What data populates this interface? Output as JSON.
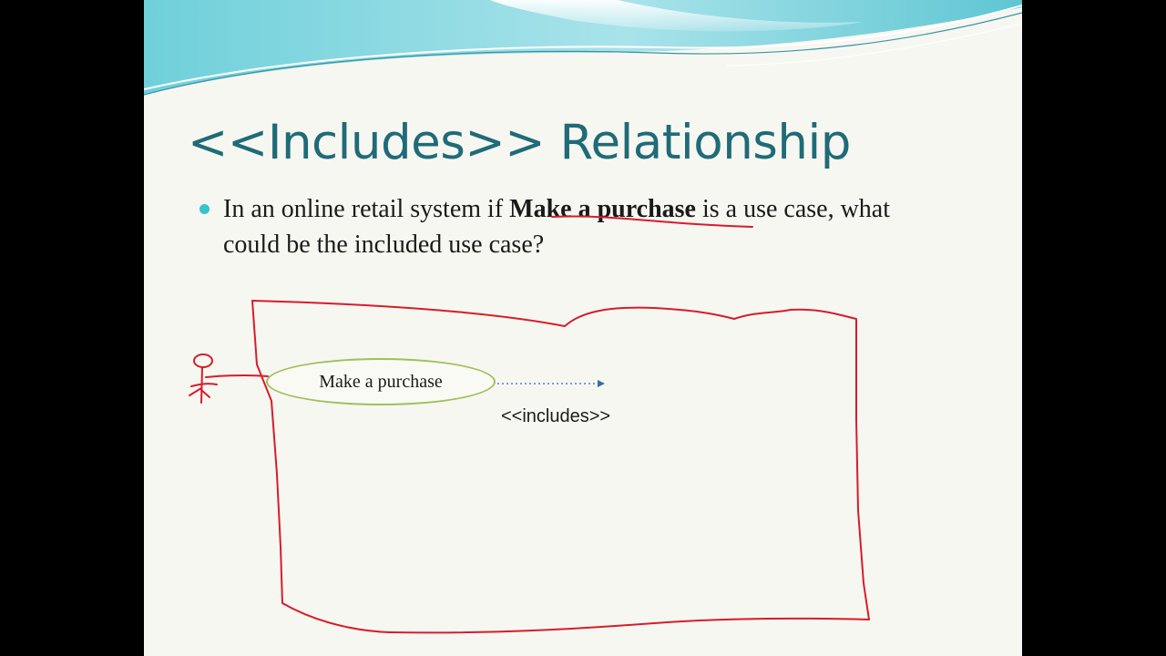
{
  "slide": {
    "title": "<<Includes>> Relationship",
    "bullet": {
      "before": "In an online retail system if ",
      "emphasis": "Make a purchase",
      "after": " is a use case, what could be the included use case?"
    }
  },
  "diagram": {
    "use_case_label": "Make a purchase",
    "relationship_label": "<<includes>>"
  },
  "colors": {
    "title": "#1f6b78",
    "bullet": "#35c3cc",
    "annotation_ink": "#d81c2a",
    "use_case_border": "#9dc15a",
    "arrow": "#2f6fb0"
  },
  "icons": {
    "actor": "stick-figure-icon",
    "arrow": "dashed-arrow-icon"
  }
}
